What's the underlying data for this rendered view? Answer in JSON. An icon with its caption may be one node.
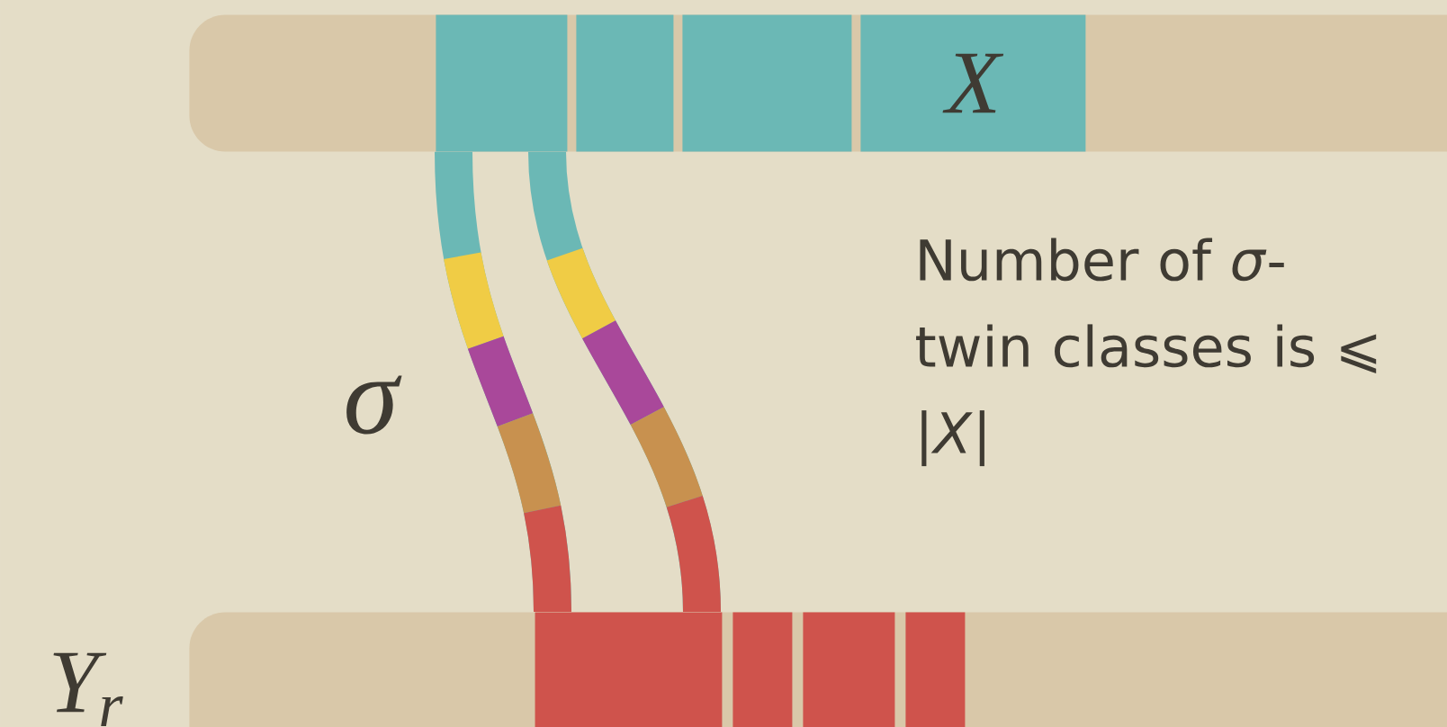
{
  "diagram": {
    "nodes": [
      {
        "text": [],
        "shape": "bar"
      },
      {
        "text": [],
        "shape": "box",
        "in": 0
      },
      {
        "text": [],
        "shape": "box",
        "in": 0
      },
      {
        "text": [],
        "shape": "box",
        "in": 0
      },
      {
        "text": [
          "X"
        ],
        "in": 0
      },
      {
        "text": [],
        "shape": "bar",
        "beside": [
          "Y$_{r}$"
        ]
      },
      {
        "text": [],
        "shape": "box",
        "in": 5
      },
      {
        "text": [],
        "shape": "box",
        "in": 5
      },
      {
        "text": [],
        "shape": "box",
        "in": 5
      },
      {
        "text": [],
        "shape": "box",
        "in": 5
      }
    ],
    "edges": [
      {
        "from": 1,
        "to": 6,
        "arrow": "none"
      },
      {
        "from": 1,
        "to": 6,
        "arrow": "none"
      }
    ],
    "labels": [
      "σ",
      "Number of *σ*-twin classes is ⩽ |*X*|"
    ]
  }
}
